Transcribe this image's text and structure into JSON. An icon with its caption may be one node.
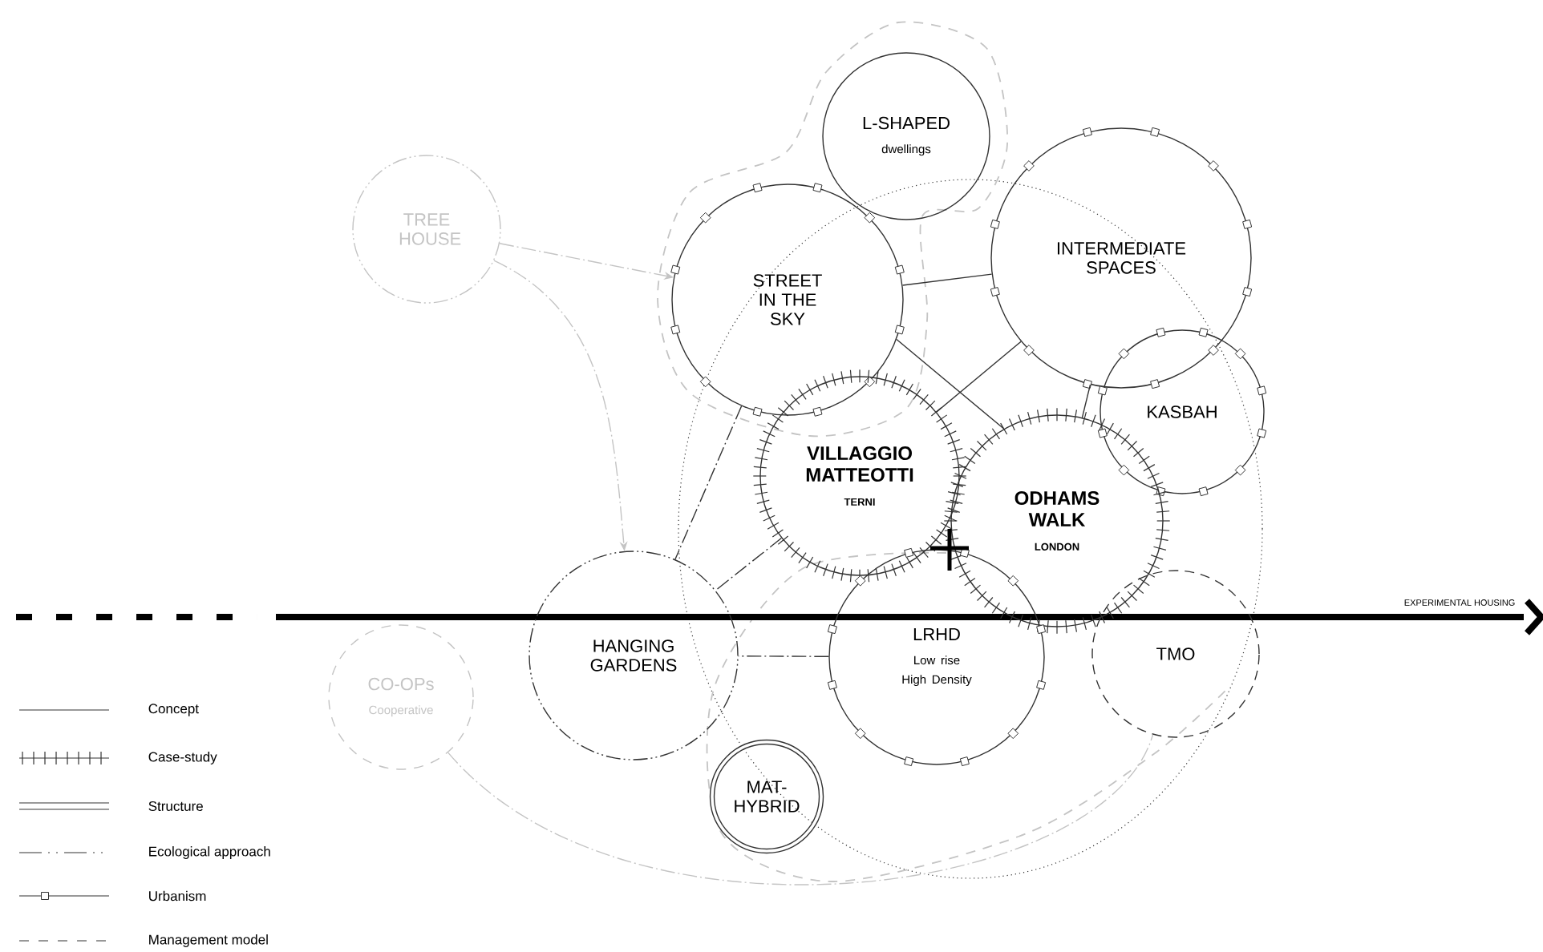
{
  "diagram": {
    "nodes": [
      {
        "text": [
          "L-SHAPED",
          "dwellings"
        ]
      },
      {
        "text": [
          "TREE HOUSE"
        ]
      },
      {
        "text": [
          "STREET IN THE SKY"
        ]
      },
      {
        "text": [
          "INTERMEDIATE SPACES"
        ]
      },
      {
        "text": [
          "KASBAH"
        ]
      },
      {
        "text": [
          "VILLAGGIO MATTEOTTI",
          "TERNI"
        ]
      },
      {
        "text": [
          "ODHAMS WALK",
          "LONDON"
        ]
      },
      {
        "text": [
          "CO-OPs",
          "Cooperative"
        ]
      },
      {
        "text": [
          "HANGING GARDENS"
        ]
      },
      {
        "text": [
          "LRHD",
          "Low rise High Density"
        ]
      },
      {
        "text": [
          "TMO"
        ]
      },
      {
        "text": [
          "MAT-HYBRID"
        ]
      }
    ],
    "edges": [
      {
        "from": 2,
        "to": 3,
        "arrow": "none"
      },
      {
        "from": 2,
        "to": 6,
        "arrow": "none"
      },
      {
        "from": 3,
        "to": 5,
        "arrow": "none"
      },
      {
        "from": 3,
        "to": 6,
        "arrow": "none"
      },
      {
        "from": 1,
        "to": 2,
        "arrow": "to",
        "style": "dashed",
        "color": "#c4c4c4"
      },
      {
        "from": 1,
        "to": 8,
        "arrow": "to",
        "style": "dashed",
        "color": "#c4c4c4"
      },
      {
        "from": 2,
        "to": 8,
        "arrow": "none",
        "style": "dashed"
      },
      {
        "from": 5,
        "to": 8,
        "arrow": "none",
        "style": "dashed"
      },
      {
        "from": 9,
        "to": 8,
        "arrow": "none",
        "style": "dashed"
      },
      {
        "from": 7,
        "to": 10,
        "arrow": "none",
        "style": "dashed",
        "color": "#c4c4c4"
      }
    ],
    "labels": [
      "EXPERIMENTAL HOUSING"
    ],
    "legend": [
      {
        "text": "Concept"
      },
      {
        "text": "Case-study"
      },
      {
        "text": "Structure"
      },
      {
        "text": "Ecological approach"
      },
      {
        "text": "Urbanism"
      },
      {
        "text": "Management model"
      }
    ]
  }
}
